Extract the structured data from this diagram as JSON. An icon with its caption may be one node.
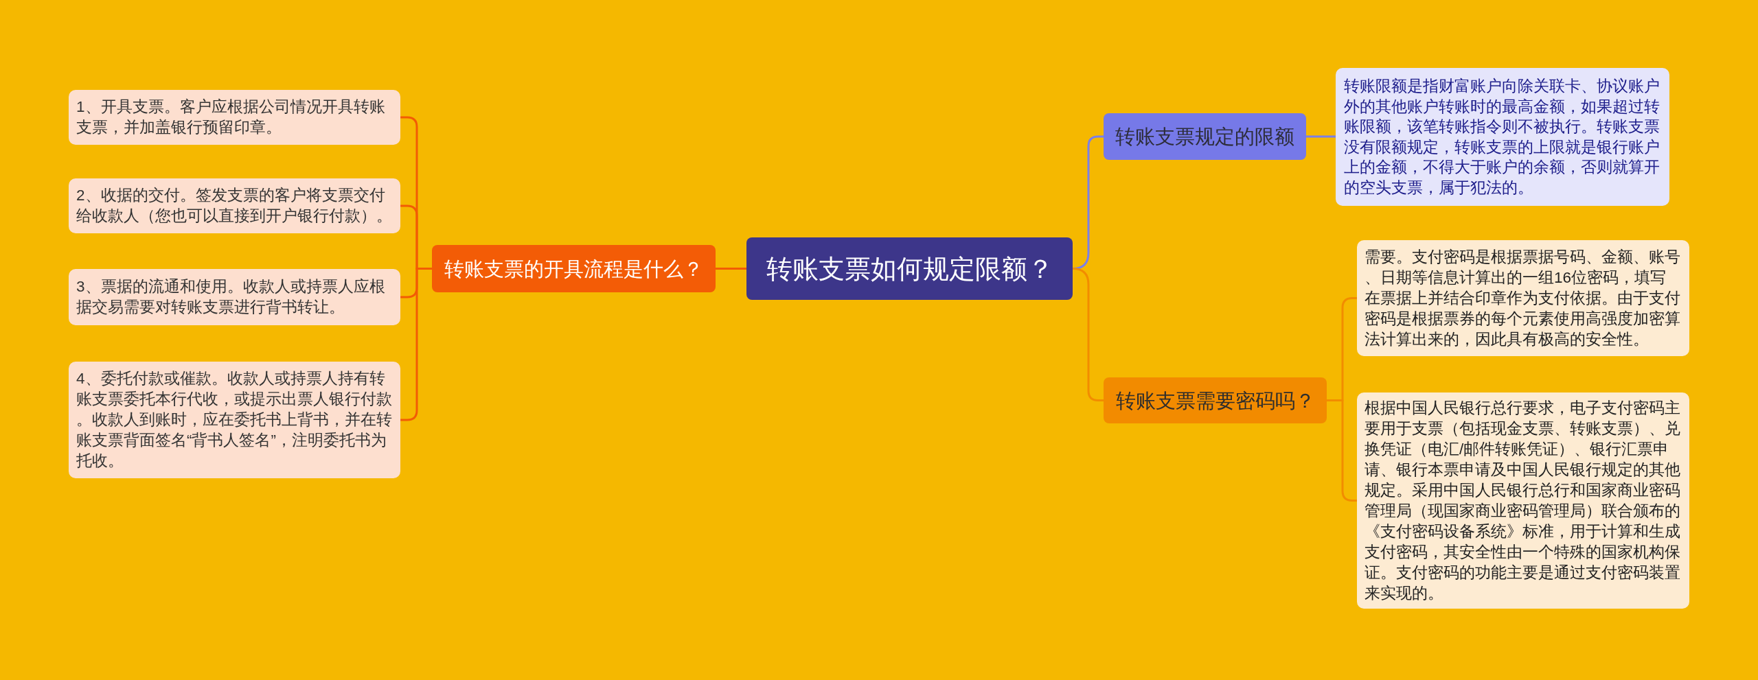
{
  "diagram": {
    "nodes": [
      {
        "text": [
          "转账支票如何规定限额？"
        ]
      },
      {
        "text": [
          "转账支票的开具流程是什么？"
        ]
      },
      {
        "text": [
          "1、开具支票。客户应根据公司情况开具转账支票，并加盖银行预留印章。"
        ]
      },
      {
        "text": [
          "2、收据的交付。签发支票的客户将支票交付给收款人（您也可以直接到开户银行付款）。"
        ]
      },
      {
        "text": [
          "3、票据的流通和使用。收款人或持票人应根据交易需要对转账支票进行背书转让。"
        ]
      },
      {
        "text": [
          "4、委托付款或催款。收款人或持票人持有转账支票委托本行代收，或提示出票人银行付款。收款人到账时，应在委托书上背书，并在转账支票背面签名“背书人签名”，注明委托书为托收。"
        ]
      },
      {
        "text": [
          "转账支票规定的限额"
        ]
      },
      {
        "text": [
          "转账限额是指财富账户向除关联卡、协议账户外的其他账户转账时的最高金额，如果超过转账限额，该笔转账指令则不被执行。转账支票没有限额规定，转账支票的上限就是银行账户上的金额，不得大于账户的余额，否则就算开的空头支票，属于犯法的。"
        ]
      },
      {
        "text": [
          "转账支票需要密码吗？"
        ]
      },
      {
        "text": [
          "需要。支付密码是根据票据号码、金额、账号、日期等信息计算出的一组16位密码，填写在票据上并结合印章作为支付依据。由于支付密码是根据票券的每个元素使用高强度加密算法计算出来的，因此具有极高的安全性。"
        ]
      },
      {
        "text": [
          "根据中国人民银行总行要求，电子支付密码主要用于支票（包括现金支票、转账支票）、兑换凭证（电汇/邮件转账凭证）、银行汇票申请、银行本票申请及中国人民银行规定的其他规定。采用中国人民银行总行和国家商业密码管理局（现国家商业密码管理局）联合颁布的《支付密码设备系统》标准，用于计算和生成支付密码，其安全性由一个特殊的国家机构保证。支付密码的功能主要是通过支付密码装置来实现的。"
        ]
      }
    ],
    "edges": [
      {
        "from": 0,
        "to": 1,
        "arrow": "none"
      },
      {
        "from": 1,
        "to": 2,
        "arrow": "none"
      },
      {
        "from": 1,
        "to": 3,
        "arrow": "none"
      },
      {
        "from": 1,
        "to": 4,
        "arrow": "none"
      },
      {
        "from": 1,
        "to": 5,
        "arrow": "none"
      },
      {
        "from": 0,
        "to": 6,
        "arrow": "none",
        "color": "#7b7fea"
      },
      {
        "from": 6,
        "to": 7,
        "arrow": "none",
        "color": "#7b7fea"
      },
      {
        "from": 0,
        "to": 8,
        "arrow": "none",
        "color": "#f28c00"
      },
      {
        "from": 8,
        "to": 9,
        "arrow": "none",
        "color": "#f28c00"
      },
      {
        "from": 8,
        "to": 10,
        "arrow": "none",
        "color": "#f28c00"
      }
    ]
  }
}
